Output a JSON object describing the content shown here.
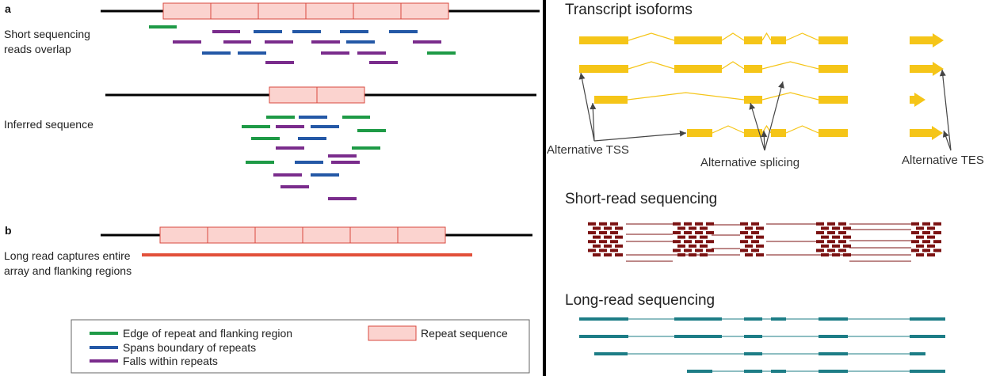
{
  "colors": {
    "edge_read": "#1e9a46",
    "boundary_read": "#2458a6",
    "within_read": "#7a2c8c",
    "repeat_fill": "#fbd3cf",
    "repeat_stroke": "#d84a3f",
    "long_read_left": "#e2503a",
    "exon": "#f5c518",
    "intron": "#f5c518",
    "short_read": "#7b1212",
    "long_read_right": "#1d7d86",
    "divider": "#000000"
  },
  "left": {
    "panel_a": "a",
    "panel_b": "b",
    "short_reads_label": [
      "Short sequencing",
      "reads overlap"
    ],
    "inferred_label": "Inferred sequence",
    "long_read_label": [
      "Long read captures entire",
      "array and flanking regions"
    ],
    "legend": {
      "edge": "Edge of repeat and flanking region",
      "boundary": "Spans boundary of repeats",
      "within": "Falls within repeats",
      "repeat": "Repeat sequence"
    }
  },
  "right": {
    "isoforms_title": "Transcript isoforms",
    "tss_label": "Alternative TSS",
    "splicing_label": "Alternative splicing",
    "tes_label": "Alternative TES",
    "short_title": "Short-read sequencing",
    "long_title": "Long-read sequencing"
  }
}
